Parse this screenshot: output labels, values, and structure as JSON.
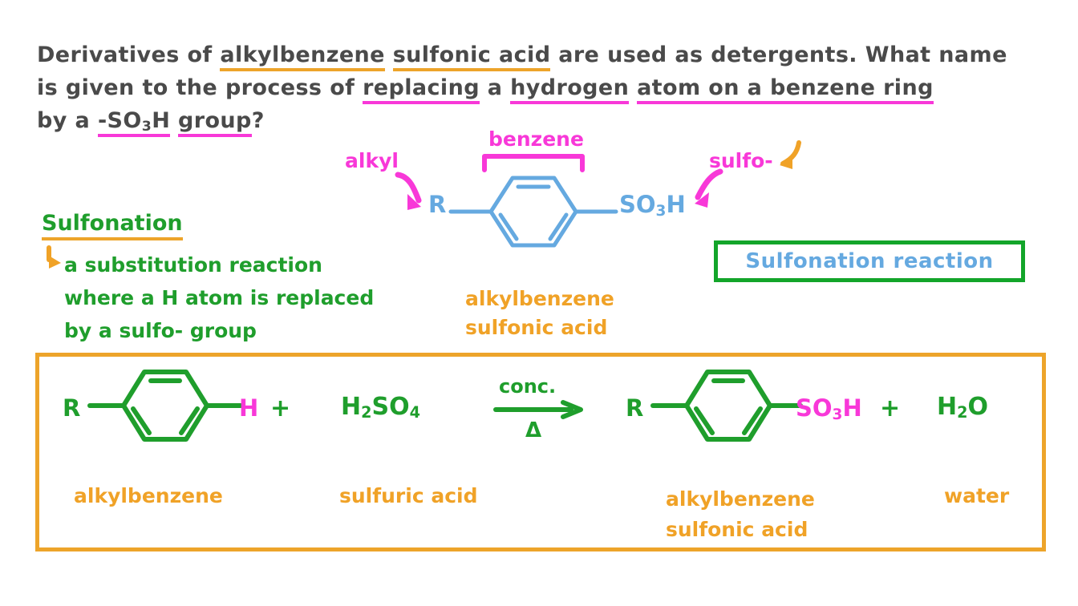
{
  "question": {
    "line1_parts": [
      {
        "text": "Derivatives of ",
        "style": "plain"
      },
      {
        "text": "alkylbenzene",
        "style": "underline-orange"
      },
      {
        "text": " ",
        "style": "plain"
      },
      {
        "text": "sulfonic acid",
        "style": "underline-orange"
      },
      {
        "text": " are used as detergents. What name",
        "style": "plain"
      }
    ],
    "line2_parts": [
      {
        "text": "is given to the process of ",
        "style": "plain"
      },
      {
        "text": "replacing",
        "style": "underline-pink"
      },
      {
        "text": " a ",
        "style": "plain"
      },
      {
        "text": "hydrogen",
        "style": "underline-pink"
      },
      {
        "text": " ",
        "style": "plain"
      },
      {
        "text": "atom on a benzene ring",
        "style": "underline-pink"
      }
    ],
    "line3_parts": [
      {
        "text": "by a ",
        "style": "plain"
      },
      {
        "text": "-SO3H",
        "style": "underline-pink"
      },
      {
        "text": " ",
        "style": "plain"
      },
      {
        "text": "group",
        "style": "underline-pink"
      },
      {
        "text": "?",
        "style": "plain"
      }
    ],
    "line1_plain": "Derivatives of alkylbenzene sulfonic acid are used as detergents. What name",
    "line2_plain": "is given to the process of replacing a hydrogen atom on a benzene ring",
    "line3_plain": "by a -SO3H group?"
  },
  "top_diagram": {
    "label_alkyl": "alkyl",
    "label_benzene": "benzene",
    "label_sulfo": "sulfo-",
    "atom_R": "R",
    "group_so3h_text": "SO",
    "group_so3h_sub": "3",
    "group_so3h_tail": "H",
    "ring_color": "#65a9e0",
    "annotation_color": "#f838d8",
    "arrow_color": "#f0a227"
  },
  "explanation": {
    "heading": "Sulfonation",
    "line1": "a substitution reaction",
    "line2": "where a H atom is replaced",
    "line3": "by a sulfo- group",
    "heading_color": "#1f9e2c",
    "underline_color": "#eda42a",
    "hook_arrow_color": "#f0a227"
  },
  "mid_product_label": {
    "line1": "alkylbenzene",
    "line2": "sulfonic acid",
    "color": "#f0a227"
  },
  "answer_box": {
    "text": "Sulfonation reaction",
    "border_color": "#13a52a",
    "text_color": "#65a9e0"
  },
  "equation": {
    "reactant1": {
      "atom_left": "R",
      "atom_right": "H",
      "atom_right_color": "#f838d8",
      "name": "alkylbenzene"
    },
    "plus1": "+",
    "reactant2": {
      "formula_parts": [
        {
          "t": "H",
          "sub": false
        },
        {
          "t": "2",
          "sub": true
        },
        {
          "t": "SO",
          "sub": false
        },
        {
          "t": "4",
          "sub": true
        }
      ],
      "formula_plain": "H2SO4",
      "name": "sulfuric acid"
    },
    "conditions": {
      "above": "conc.",
      "below": "Δ"
    },
    "product1": {
      "atom_left": "R",
      "group_right": "SO",
      "group_right_sub": "3",
      "group_right_tail": "H",
      "group_right_color": "#f838d8",
      "name_line1": "alkylbenzene",
      "name_line2": "sulfonic acid"
    },
    "plus2": "+",
    "product2": {
      "formula_parts": [
        {
          "t": "H",
          "sub": false
        },
        {
          "t": "2",
          "sub": true
        },
        {
          "t": "O",
          "sub": false
        }
      ],
      "formula_plain": "H2O",
      "name": "water"
    },
    "structure_color": "#1f9e2c",
    "box_border_color": "#eda42a"
  },
  "colors": {
    "text_dark": "#4a4a4a",
    "orange": "#f0a227",
    "orange_dark": "#eda42a",
    "pink": "#f838d8",
    "green": "#1f9e2c",
    "green_box": "#13a52a",
    "blue": "#65a9e0",
    "background": "#ffffff"
  }
}
